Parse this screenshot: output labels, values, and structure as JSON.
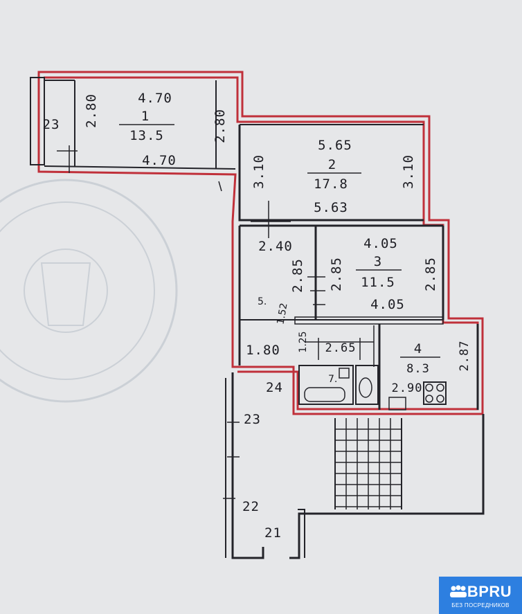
{
  "rooms": [
    {
      "number": "1",
      "area": "13.5",
      "top": "4.70",
      "bottom": "4.70",
      "left": "2.80",
      "right": "2.80"
    },
    {
      "number": "2",
      "area": "17.8",
      "top": "5.65",
      "bottom": "5.63",
      "left": "3.10",
      "right": "3.10"
    },
    {
      "number": "3",
      "area": "11.5",
      "top": "4.05",
      "bottom": "4.05",
      "left": "2.85",
      "right": "2.85"
    },
    {
      "number": "4",
      "area": "8.3",
      "bottom": "2.90",
      "right": "2.87"
    }
  ],
  "hall": {
    "number": "5.",
    "width": "2.40",
    "height": "2.85",
    "side": "1.52",
    "lower": "1.80"
  },
  "bath": {
    "width": "2.65",
    "height": "1.25",
    "wc": "7."
  },
  "balcony": {
    "label": "23"
  },
  "stair_cells": [
    "24",
    "23",
    "22",
    "21"
  ],
  "colors": {
    "red_outline": "#c0303a",
    "walls": "#232329",
    "paper": "#e6e7e9",
    "stamp": "#9aa6b4"
  },
  "logo": {
    "brand": "BPRU",
    "tagline": "БЕЗ ПОСРЕДНИКОВ",
    "icon": "people-icon"
  }
}
